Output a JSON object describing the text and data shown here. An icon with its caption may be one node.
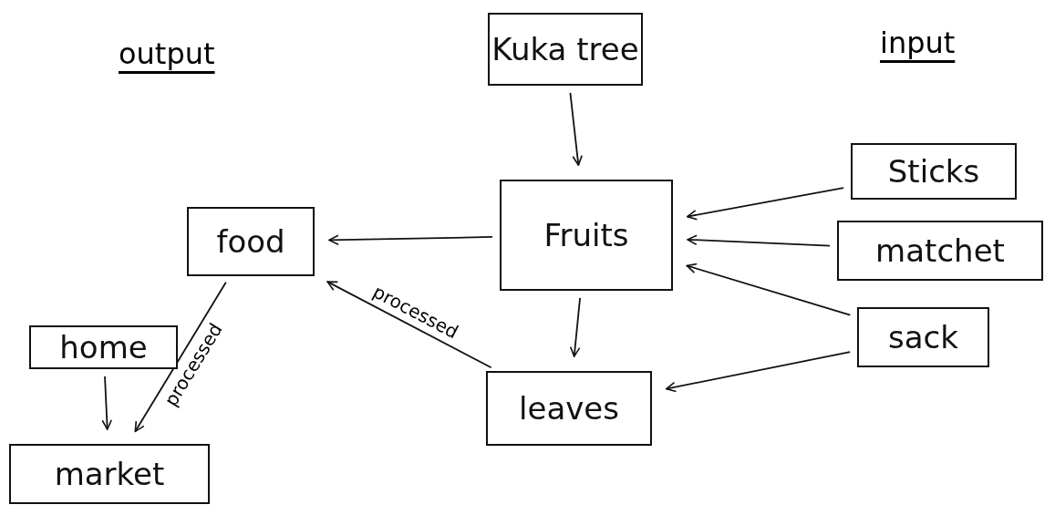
{
  "diagram": {
    "nodes": [
      {
        "text": [
          "Kuka tree"
        ]
      },
      {
        "text": [
          "Fruits"
        ]
      },
      {
        "text": [
          "Sticks"
        ]
      },
      {
        "text": [
          "matchet"
        ]
      },
      {
        "text": [
          "food"
        ]
      },
      {
        "text": [
          "sack"
        ]
      },
      {
        "text": [
          "home"
        ]
      },
      {
        "text": [
          "leaves"
        ]
      },
      {
        "text": [
          "market"
        ]
      }
    ],
    "edges": [
      {
        "from": 0,
        "to": 1,
        "arrow": "to"
      },
      {
        "from": 2,
        "to": 1,
        "arrow": "to"
      },
      {
        "from": 3,
        "to": 1,
        "arrow": "to"
      },
      {
        "from": 5,
        "to": 1,
        "arrow": "to"
      },
      {
        "from": 5,
        "to": 7,
        "arrow": "to"
      },
      {
        "from": 1,
        "to": 4,
        "arrow": "to"
      },
      {
        "from": 1,
        "to": 7,
        "arrow": "to"
      },
      {
        "from": 7,
        "to": 4,
        "arrow": "to",
        "label": "processed"
      },
      {
        "from": 4,
        "to": 8,
        "arrow": "to",
        "label": "processed"
      },
      {
        "from": 6,
        "to": 8,
        "arrow": "to"
      }
    ],
    "labels": [
      "output",
      "input"
    ]
  }
}
